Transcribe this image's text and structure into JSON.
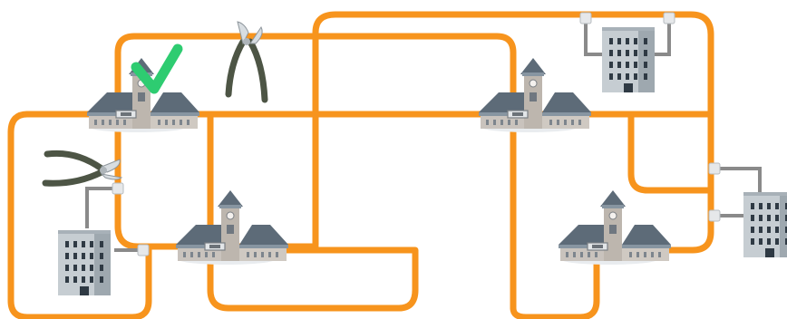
{
  "puzzle": {
    "cable_color": "#f7941d",
    "connector_color": "#8a8a8a",
    "success_color": "#2ecc71",
    "plier_color": "#4d5545"
  },
  "stations": [
    {
      "id": "station-top-left",
      "kind": "station"
    },
    {
      "id": "station-top-right",
      "kind": "station"
    },
    {
      "id": "station-bottom-left",
      "kind": "station"
    },
    {
      "id": "station-bottom-right",
      "kind": "station"
    }
  ],
  "buildings": [
    {
      "id": "building-top"
    },
    {
      "id": "building-left"
    },
    {
      "id": "building-right"
    }
  ],
  "tools": [
    {
      "id": "pliers-open",
      "icon": "pliers-icon"
    },
    {
      "id": "pliers-cutting",
      "icon": "cutting-pliers-icon"
    }
  ],
  "status": {
    "icon": "checkmark-icon",
    "state": "connected"
  }
}
